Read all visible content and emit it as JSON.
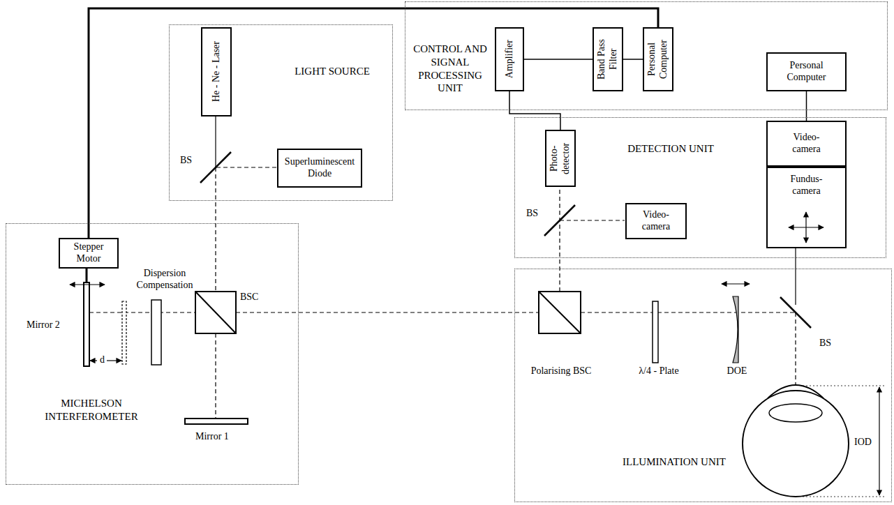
{
  "diagram": {
    "nodes": [
      {
        "text": [
          "LIGHT SOURCE"
        ]
      },
      {
        "text": [
          "He - Ne - Laser"
        ],
        "in": 0
      },
      {
        "text": [
          "Superluminescent Diode"
        ],
        "in": 0
      },
      {
        "text": [
          "CONTROL AND SIGNAL PROCESSING UNIT"
        ]
      },
      {
        "text": [
          "Amplifier"
        ],
        "in": 3
      },
      {
        "text": [
          "Band Pass Filter"
        ],
        "in": 3
      },
      {
        "text": [
          "Personal Computer"
        ],
        "in": 3
      },
      {
        "text": [
          "Personal Computer"
        ],
        "in": 3
      },
      {
        "text": [
          "DETECTION UNIT"
        ]
      },
      {
        "text": [
          "Photo- detector"
        ],
        "in": 8
      },
      {
        "text": [
          "Video- camera"
        ],
        "in": 8
      },
      {
        "text": [
          "Video- camera"
        ],
        "in": 8
      },
      {
        "text": [
          "Fundus- camera"
        ],
        "in": 8
      },
      {
        "text": [
          "MICHELSON INTERFEROMETER"
        ]
      },
      {
        "text": [
          "Stepper Motor"
        ],
        "in": 13
      },
      {
        "text": [
          "ILLUMINATION UNIT"
        ]
      }
    ],
    "edges": [
      {
        "from": 14,
        "to": 6,
        "arrow": "none"
      },
      {
        "from": 4,
        "to": 5,
        "arrow": "none"
      },
      {
        "from": 5,
        "to": 6,
        "arrow": "none"
      },
      {
        "from": 4,
        "to": 9,
        "arrow": "none"
      },
      {
        "from": 7,
        "to": 11,
        "arrow": "none"
      }
    ],
    "labels": [
      "BS",
      "BSC",
      "Dispersion Compensation",
      "Mirror 2",
      "d",
      "Mirror 1",
      "BS",
      "Polarising BSC",
      "λ/4 - Plate",
      "DOE",
      "BS",
      "IOD"
    ]
  }
}
